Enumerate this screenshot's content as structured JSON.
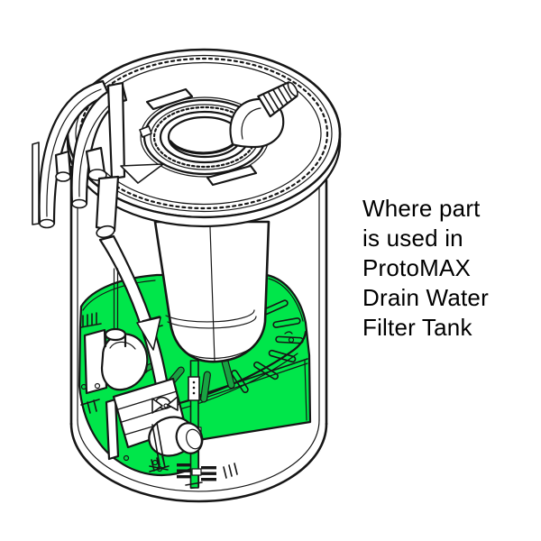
{
  "caption": {
    "lines": [
      "Where part",
      "is used in",
      "ProtoMAX",
      "Drain Water",
      "Filter Tank"
    ]
  },
  "colors": {
    "highlight_green": "#00e64a",
    "slot_green": "#18a342",
    "line": "#161616",
    "background": "#ffffff"
  },
  "diagram": {
    "subject": "ProtoMAX Drain Water Filter Tank",
    "style": "isometric line drawing, highlighted part filled green",
    "components": [
      "tank body",
      "tank lid",
      "lid opening ring",
      "hose barb fitting",
      "drain hoses over rim",
      "lid hose guide",
      "filter bag",
      "drain tube",
      "pump assembly",
      "slotted filter plate (highlighted)",
      "divider wall (highlighted)",
      "support strip (highlighted)"
    ]
  }
}
